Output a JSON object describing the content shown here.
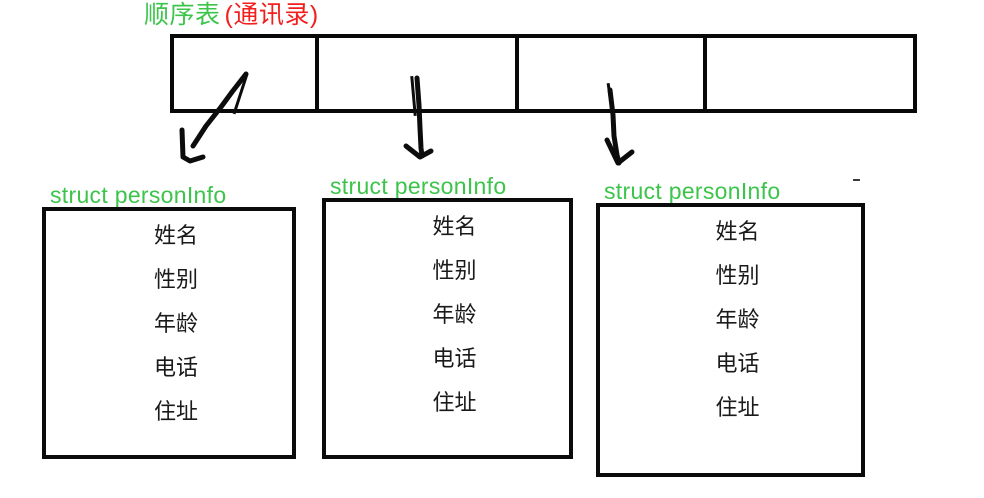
{
  "diagram": {
    "title": {
      "main": "顺序表",
      "sub": "(通讯录)",
      "main_color": "#3cc44b",
      "sub_color": "#f21f1f"
    },
    "sequential_list": {
      "name": "seq-list-table",
      "cell_count": 4,
      "cells": [
        "",
        "",
        "",
        ""
      ]
    },
    "arrows": [
      {
        "name": "arrow-cell-1",
        "style": "diagonal-down-left"
      },
      {
        "name": "arrow-cell-2",
        "style": "vertical-down"
      },
      {
        "name": "arrow-cell-3",
        "style": "vertical-down"
      }
    ],
    "structs": [
      {
        "label": "struct  personInfo",
        "fields": [
          "姓名",
          "性别",
          "年龄",
          "电话",
          "住址"
        ]
      },
      {
        "label": "struct  personInfo",
        "fields": [
          "姓名",
          "性别",
          "年龄",
          "电话",
          "住址"
        ]
      },
      {
        "label": "struct  personInfo",
        "fields": [
          "姓名",
          "性别",
          "年龄",
          "电话",
          "住址"
        ]
      }
    ]
  }
}
